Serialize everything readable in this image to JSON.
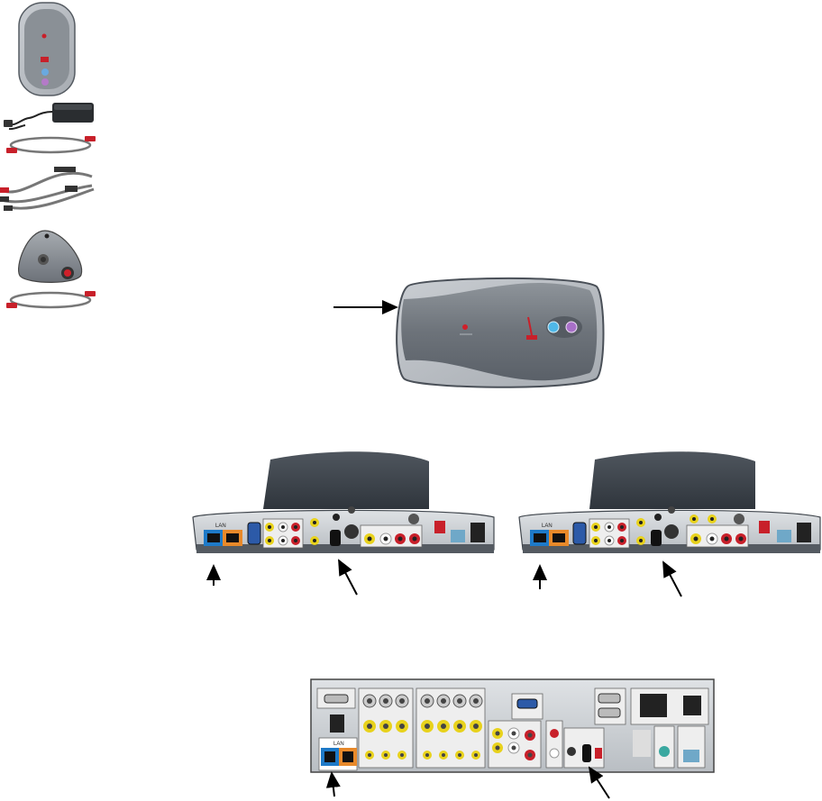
{
  "kit": {
    "items": [
      {
        "name": "codec-unit"
      },
      {
        "name": "power-supply"
      },
      {
        "name": "lan-cable"
      },
      {
        "name": "av-cable"
      },
      {
        "name": "microphone-pod"
      },
      {
        "name": "mic-cable"
      }
    ]
  },
  "colors": {
    "body_dark": "#4a5058",
    "body_mid": "#6b7178",
    "body_light": "#9aa0a6",
    "lan_blue": "#1e7ac8",
    "lan_orange": "#e8892a",
    "rca_yellow": "#e8d21c",
    "rca_red": "#c8202a",
    "mic_red": "#d0202a"
  },
  "labels": {
    "lan": "LAN"
  }
}
